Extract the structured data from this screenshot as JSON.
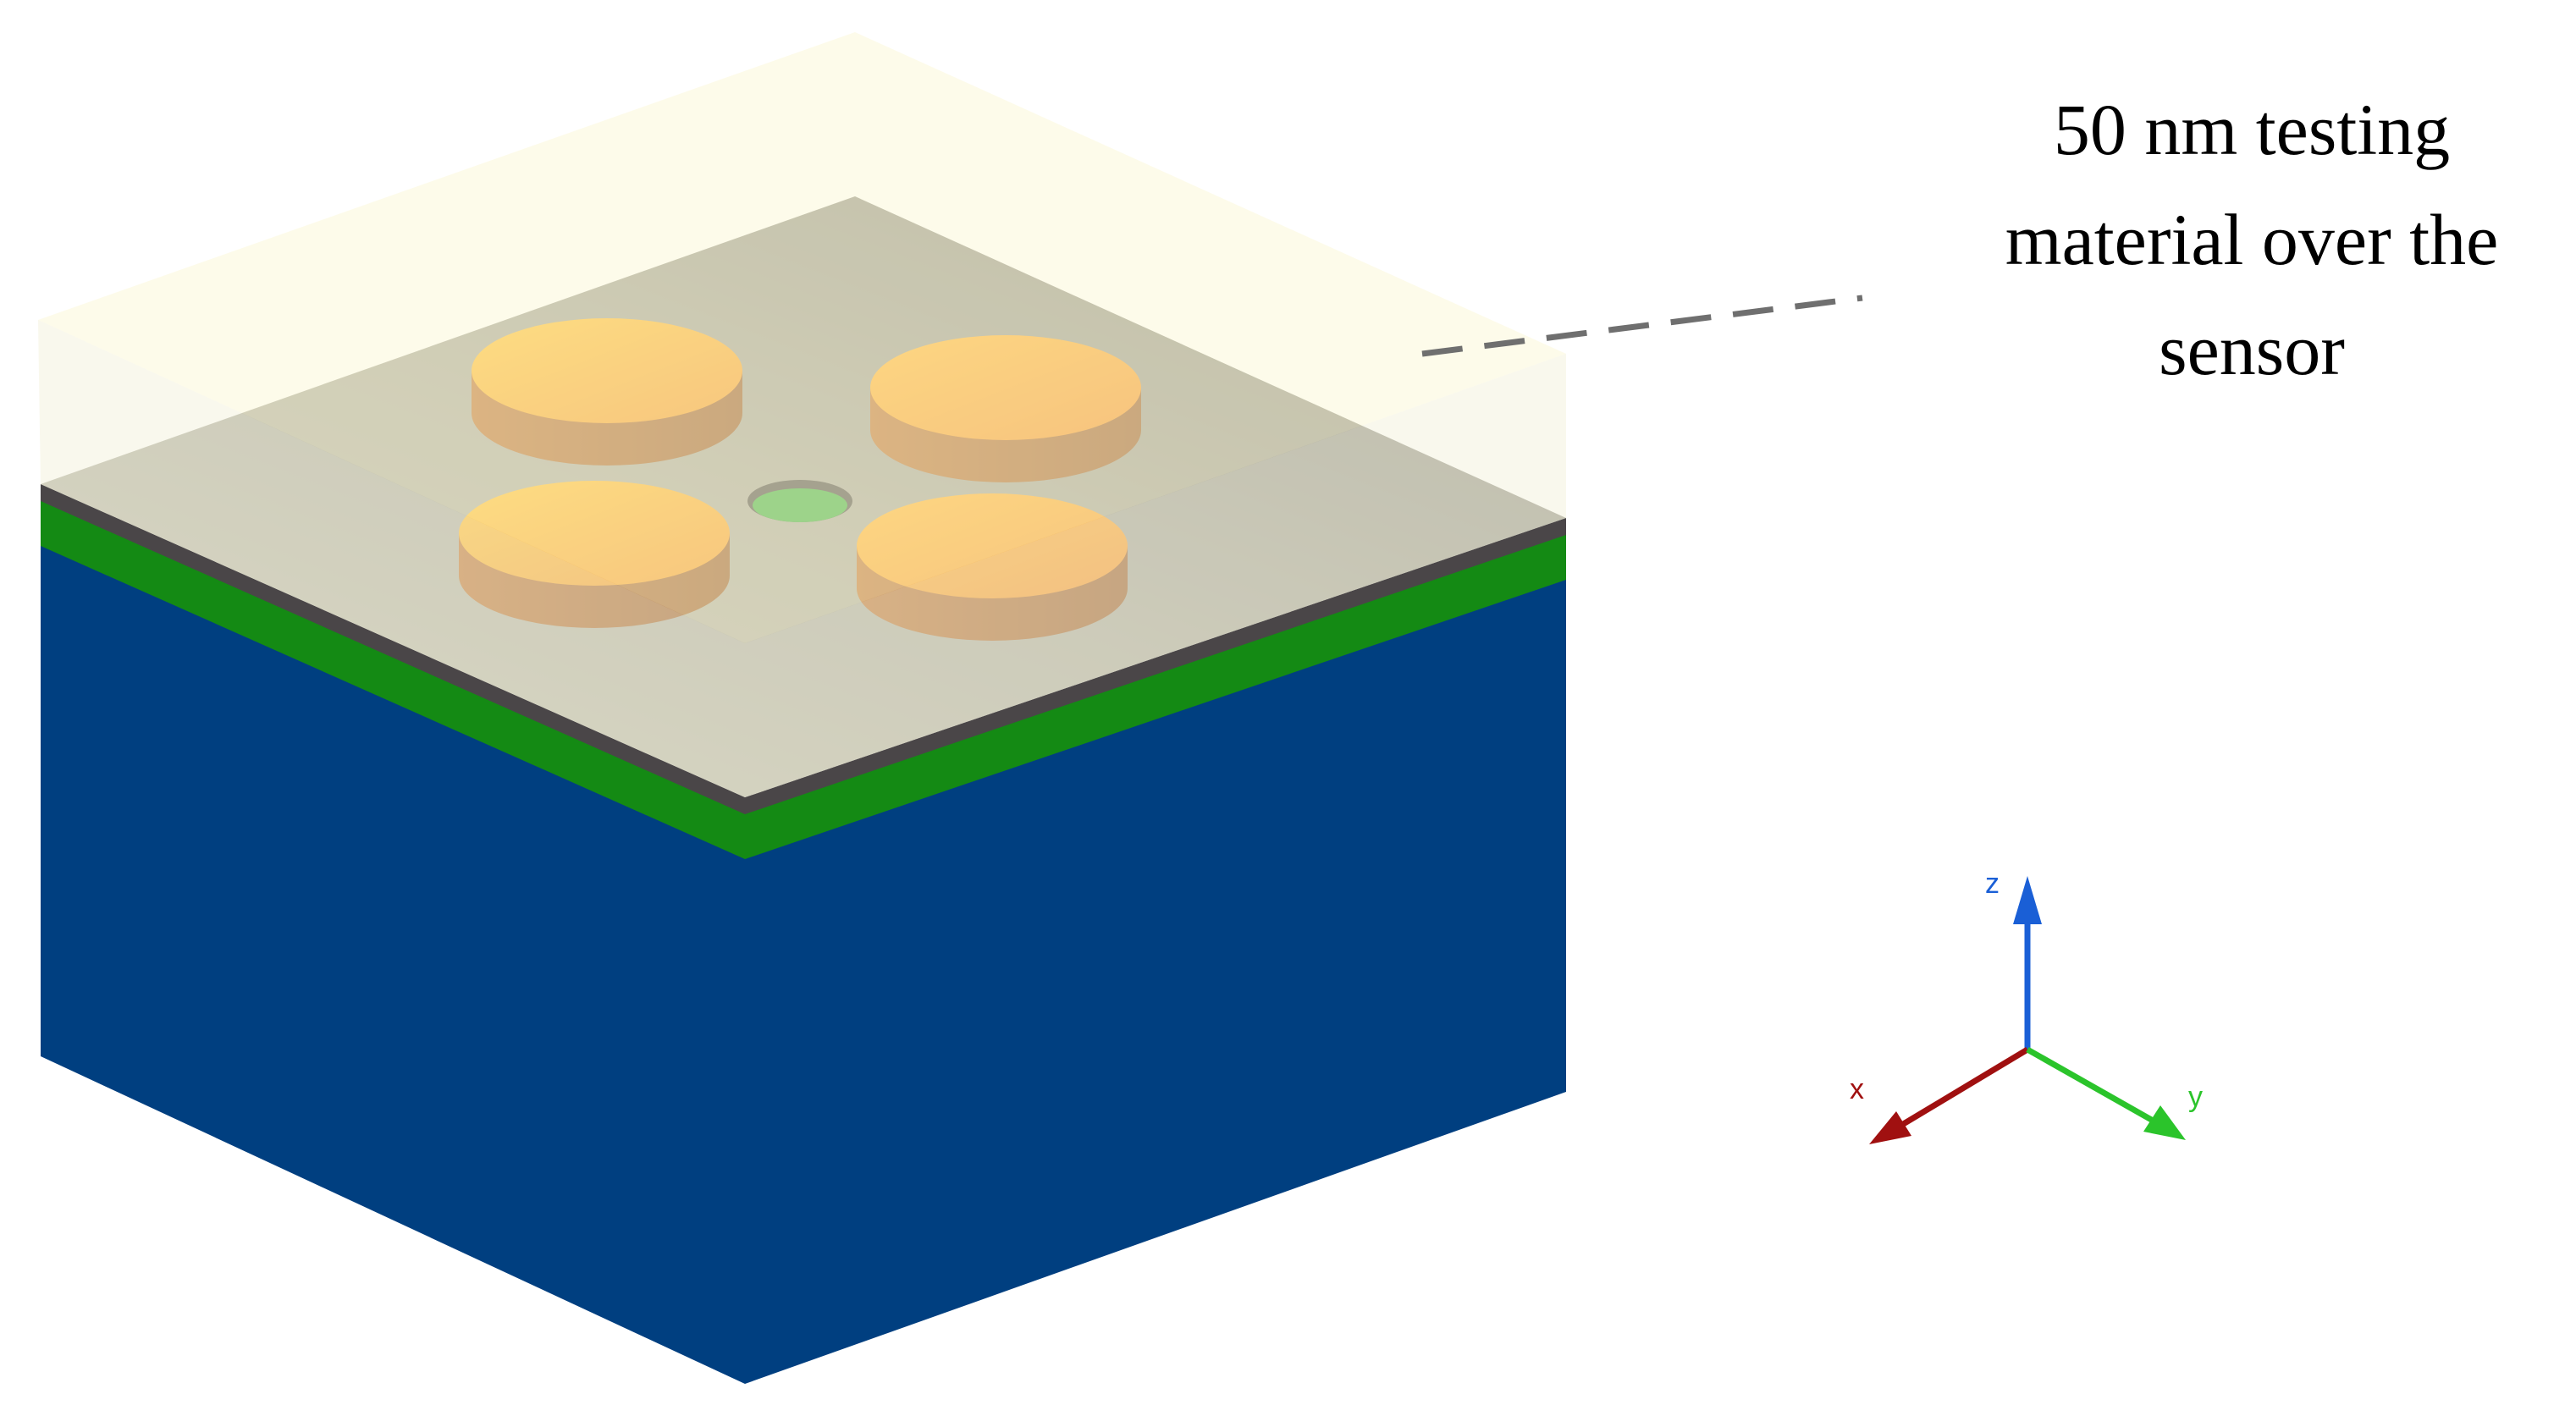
{
  "annotation": {
    "lines": [
      "50 nm testing",
      "material over the",
      "sensor"
    ]
  },
  "axes": {
    "z_label": "z",
    "x_label": "x",
    "y_label": "y",
    "z_color": "#1a5fd6",
    "x_color": "#a01010",
    "y_color": "#2bc42b"
  },
  "colors": {
    "substrate": "#003f80",
    "green_layer": "#148a14",
    "sensor_plate": "#8a8a7c",
    "testing_material": "#fbf8d8",
    "electrode": "#f59a1a",
    "electrode_side": "#a9601c",
    "center_hole": "#2aa62a"
  },
  "icons": {
    "leader_line": "dashed-leader-line"
  }
}
